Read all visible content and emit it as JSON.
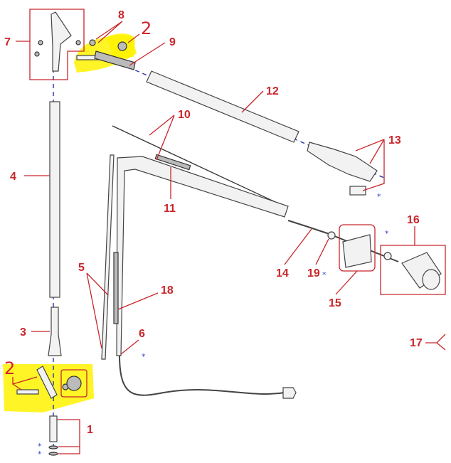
{
  "diagram": {
    "type": "exploded-parts-diagram",
    "labels": {
      "p1": "1",
      "p2_top": "2",
      "p2_bottom": "2",
      "p3": "3",
      "p4": "4",
      "p5": "5",
      "p6": "6",
      "p7": "7",
      "p8": "8",
      "p9": "9",
      "p10": "10",
      "p11": "11",
      "p12": "12",
      "p13": "13",
      "p14": "14",
      "p15": "15",
      "p16": "16",
      "p17": "17",
      "p18": "18",
      "p19": "19"
    },
    "star_marker": "*",
    "colors": {
      "label": "#c8262b",
      "highlight": "#fff200",
      "axis": "#2233aa"
    }
  }
}
